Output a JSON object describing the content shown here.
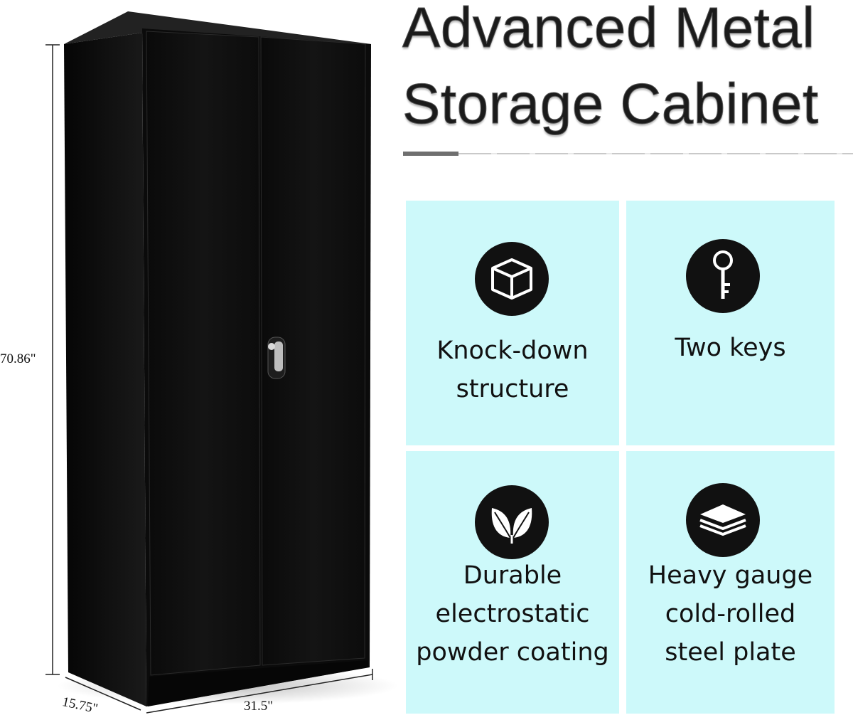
{
  "product": {
    "title_line1": "Advanced Metal",
    "title_line2": "Storage Cabinet"
  },
  "dimensions": {
    "height": "70.86\"",
    "depth": "15.75\"",
    "width": "31.5\""
  },
  "features": [
    {
      "icon": "cube-icon",
      "line1": "Knock-down",
      "line2": "structure",
      "line3": ""
    },
    {
      "icon": "key-icon",
      "line1": "Two keys",
      "line2": "",
      "line3": ""
    },
    {
      "icon": "leaves-icon",
      "line1": "Durable",
      "line2": "electrostatic",
      "line3": "powder coating"
    },
    {
      "icon": "layers-icon",
      "line1": "Heavy gauge",
      "line2": "cold-rolled",
      "line3": "steel plate"
    }
  ],
  "colors": {
    "card_background": "#cdf9fa",
    "cabinet": "#0d0d0d",
    "icon_circle": "#111111"
  }
}
